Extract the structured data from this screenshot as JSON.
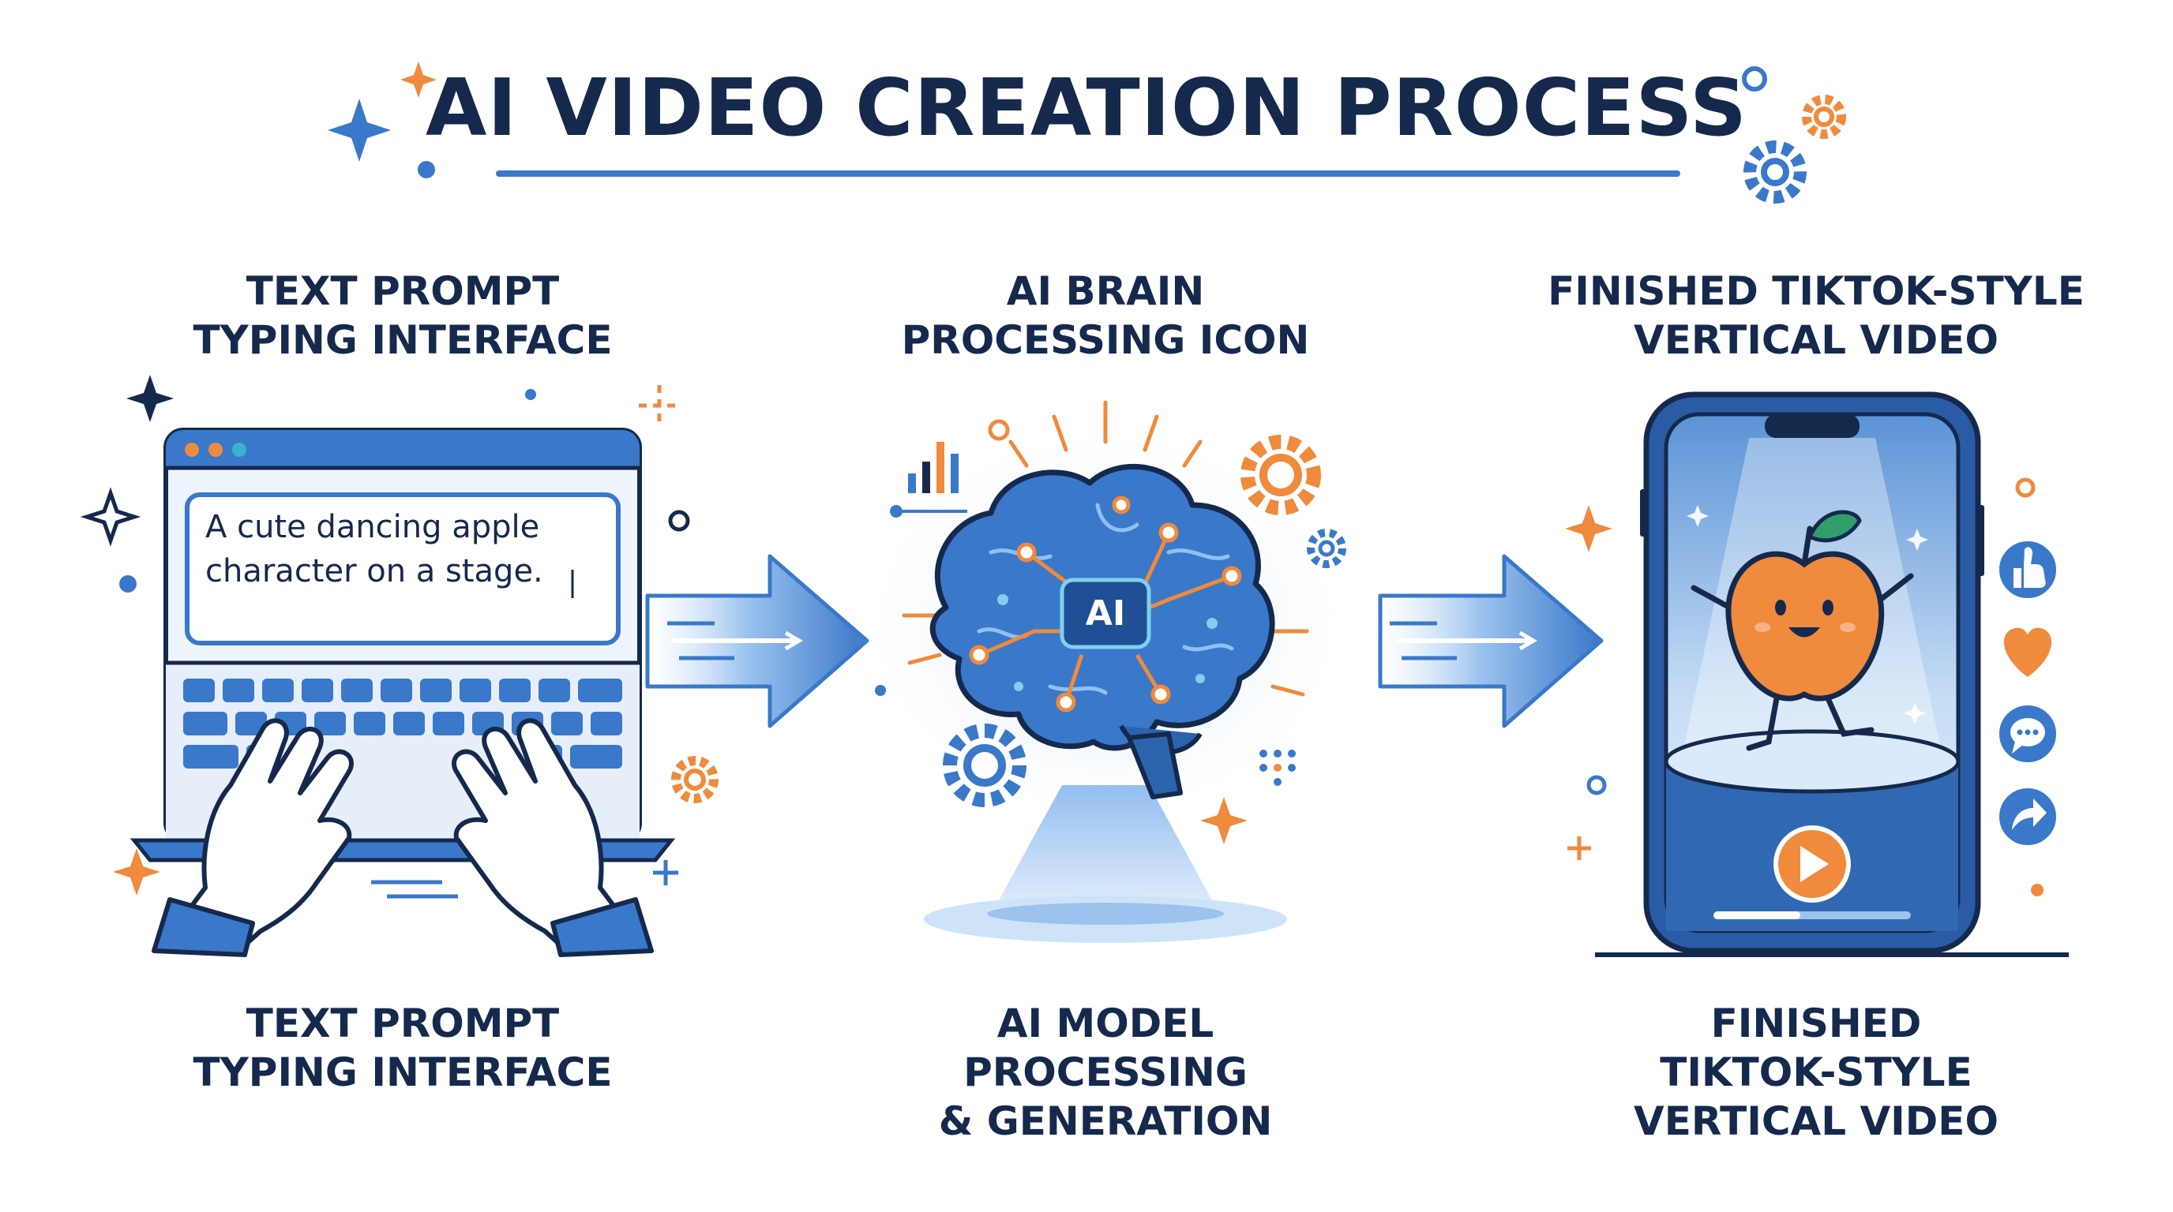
{
  "title": "AI VIDEO CREATION PROCESS",
  "steps": [
    {
      "top_caption": [
        "TEXT PROMPT",
        "TYPING INTERFACE"
      ],
      "bottom_caption": [
        "TEXT PROMPT",
        "TYPING INTERFACE"
      ],
      "prompt_text": [
        "A cute dancing apple",
        "character on a stage."
      ]
    },
    {
      "top_caption": [
        "AI BRAIN",
        "PROCESSING ICON"
      ],
      "bottom_caption": [
        "AI MODEL",
        "PROCESSING",
        "& GENERATION"
      ],
      "badge": "AI"
    },
    {
      "top_caption": [
        "FINISHED TIKTOK-STYLE",
        "VERTICAL VIDEO"
      ],
      "bottom_caption": [
        "FINISHED",
        "TIKTOK-STYLE",
        "VERTICAL VIDEO"
      ]
    }
  ],
  "colors": {
    "navy": "#15294d",
    "blue": "#3a78c9",
    "light_blue": "#cfe3f8",
    "orange": "#f08a3c",
    "white": "#ffffff"
  },
  "icons": {
    "step1": "laptop-typing-hands-icon",
    "step2": "brain-circuit-icon",
    "step3": "smartphone-video-icon",
    "social": [
      "thumbs-up-icon",
      "heart-icon",
      "comment-icon",
      "share-icon"
    ]
  }
}
